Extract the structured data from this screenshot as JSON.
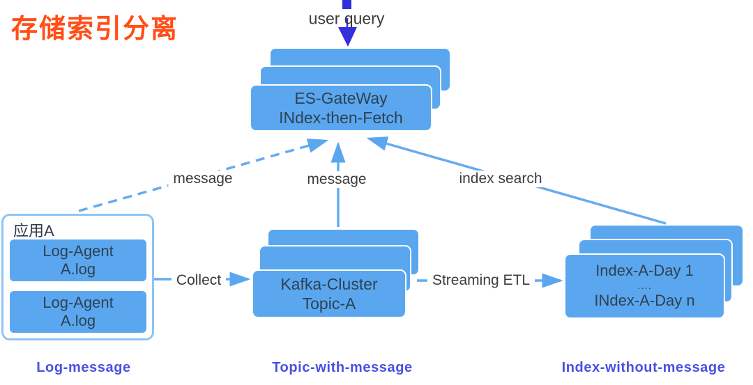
{
  "title": {
    "text": "存储索引分离",
    "color": "#FF4E16"
  },
  "top": {
    "user_query_label": "user query"
  },
  "gateway_stack": {
    "lines": [
      "ES-GateWay",
      "INdex-then-Fetch"
    ]
  },
  "app_container": {
    "label": "应用A",
    "agents": [
      {
        "lines": [
          "Log-Agent",
          "A.log"
        ]
      },
      {
        "lines": [
          "Log-Agent",
          "A.log"
        ]
      }
    ]
  },
  "kafka_stack": {
    "lines": [
      "Kafka-Cluster",
      "Topic-A"
    ]
  },
  "index_stack": {
    "lines": [
      "Index-A-Day 1",
      "....",
      "INdex-A-Day n"
    ]
  },
  "edges": {
    "message_left": "message",
    "message_center": "message",
    "index_search": "index search",
    "collect": "Collect",
    "streaming_etl": "Streaming ETL"
  },
  "footer": {
    "left": "Log-message",
    "center": "Topic-with-message",
    "right": "Index-without-message"
  },
  "colors": {
    "box_fill": "#5BA7EF",
    "box_text": "#2E4154",
    "line_blue": "#64ACF0",
    "query_arrow_blue": "#3330DB",
    "title_orange": "#FF4E16",
    "footer_blue": "#4A4FE4",
    "edge_label_text": "#3C3C3C",
    "container_border": "#8FC5F5"
  }
}
